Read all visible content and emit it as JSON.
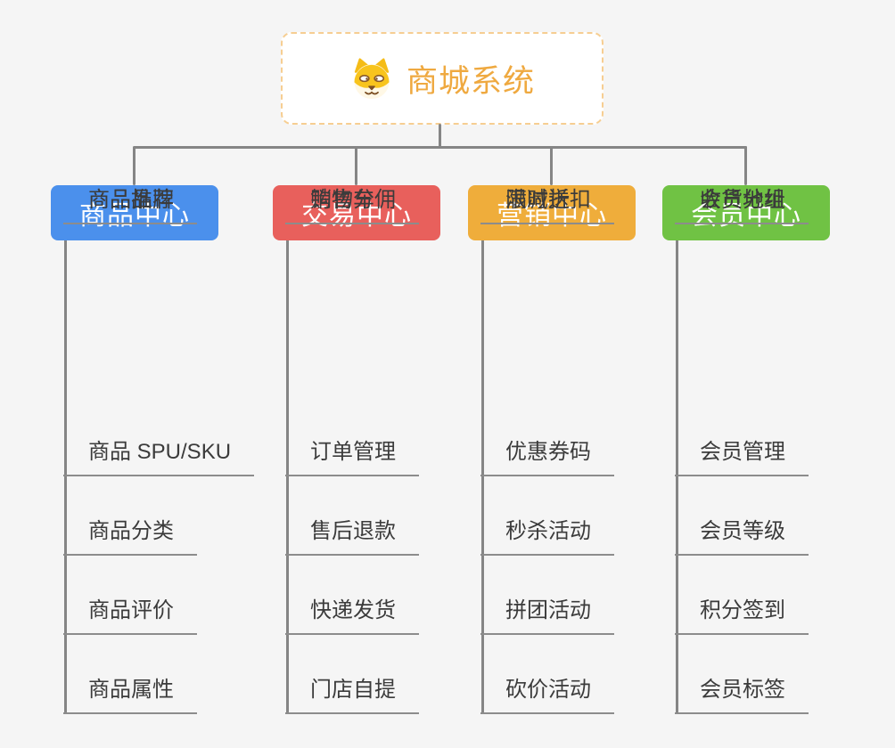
{
  "root": {
    "title": "商城系统",
    "title_color": "#EFA940",
    "border_color": "#F6CE92",
    "icon": "dog-face-icon"
  },
  "connector_color": "#858585",
  "branches": [
    {
      "label": "商品中心",
      "color": "#4B90EC",
      "children": [
        "商品 SPU/SKU",
        "商品分类",
        "商品评价",
        "商品属性",
        "商品推荐",
        "商品品牌"
      ]
    },
    {
      "label": "交易中心",
      "color": "#E8605C",
      "children": [
        "订单管理",
        "售后退款",
        "快递发货",
        "门店自提",
        "购物车",
        "销售分佣"
      ]
    },
    {
      "label": "营销中心",
      "color": "#EFAD3B",
      "children": [
        "优惠券码",
        "秒杀活动",
        "拼团活动",
        "砍价活动",
        "限时折扣",
        "满减送"
      ]
    },
    {
      "label": "会员中心",
      "color": "#70C244",
      "children": [
        "会员管理",
        "会员等级",
        "积分签到",
        "会员标签",
        "会员分组",
        "收货地址"
      ]
    }
  ]
}
